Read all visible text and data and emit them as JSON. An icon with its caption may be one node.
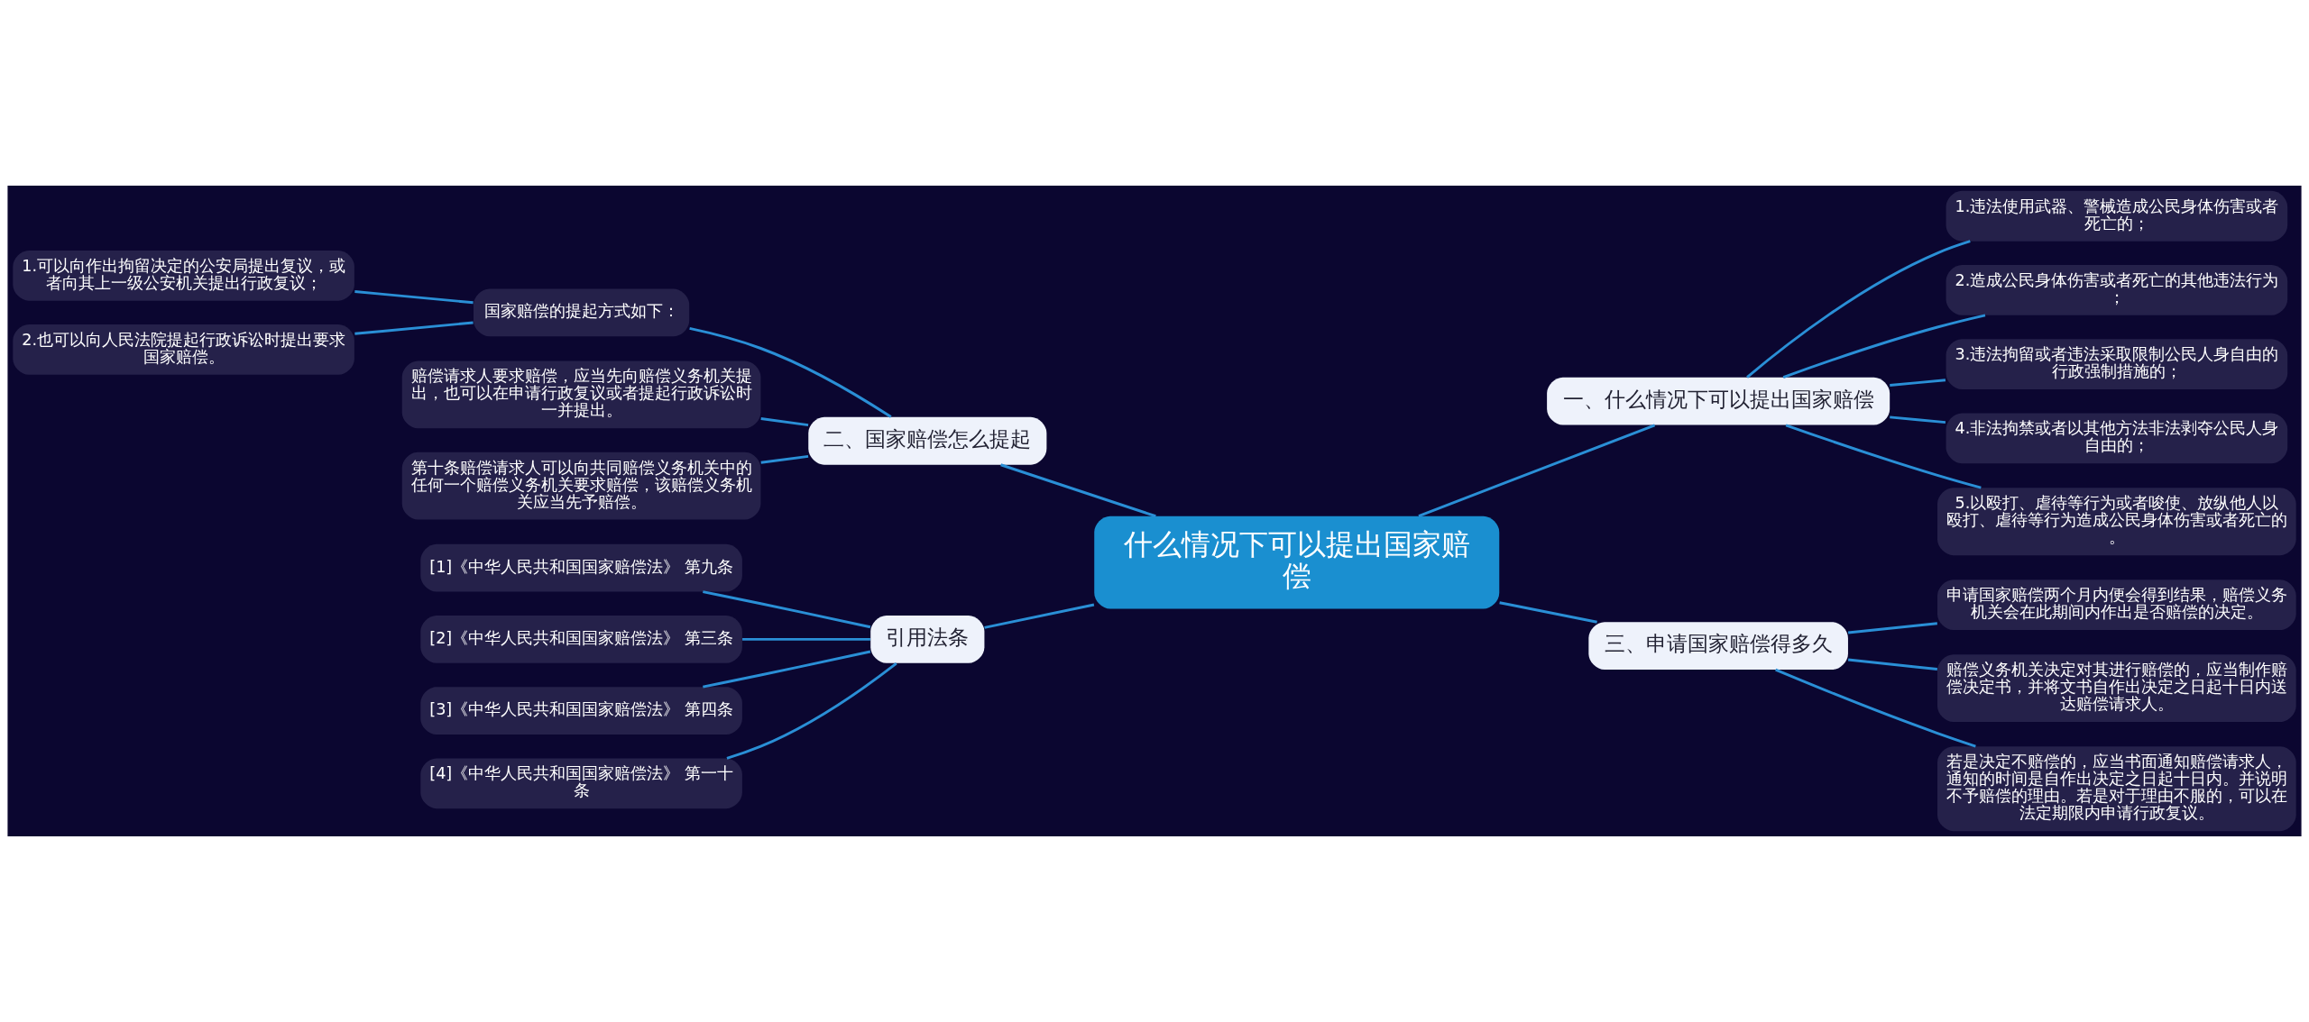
{
  "diagram": {
    "nodes": [
      {
        "text": [
          "什么情况下可以提出国家赔偿"
        ]
      },
      {
        "text": [
          "二、国家赔偿怎么提起"
        ]
      },
      {
        "text": [
          "国家赔偿的提起方式如下："
        ]
      },
      {
        "text": [
          "1.可以向作出拘留决定的公安局提出复议，或者向其上一级公安机关提出行政复议；"
        ]
      },
      {
        "text": [
          "2.也可以向人民法院提起行政诉讼时提出要求国家赔偿。"
        ]
      },
      {
        "text": [
          "赔偿请求人要求赔偿，应当先向赔偿义务机关提出，也可以在申请行政复议或者提起行政诉讼时一并提出。"
        ]
      },
      {
        "text": [
          "第十条赔偿请求人可以向共同赔偿义务机关中的任何一个赔偿义务机关要求赔偿，该赔偿义务机关应当先予赔偿。"
        ]
      },
      {
        "text": [
          "引用法条"
        ]
      },
      {
        "text": [
          "[1]《中华人民共和国国家赔偿法》 第九条"
        ]
      },
      {
        "text": [
          "[2]《中华人民共和国国家赔偿法》 第三条"
        ]
      },
      {
        "text": [
          "[3]《中华人民共和国国家赔偿法》 第四条"
        ]
      },
      {
        "text": [
          "[4]《中华人民共和国国家赔偿法》 第一十条"
        ]
      },
      {
        "text": [
          "一、什么情况下可以提出国家赔偿"
        ]
      },
      {
        "text": [
          "1.违法使用武器、警械造成公民身体伤害或者死亡的；"
        ]
      },
      {
        "text": [
          "2.造成公民身体伤害或者死亡的其他违法行为；"
        ]
      },
      {
        "text": [
          "3.违法拘留或者违法采取限制公民人身自由的行政强制措施的；"
        ]
      },
      {
        "text": [
          "4.非法拘禁或者以其他方法非法剥夺公民人身自由的；"
        ]
      },
      {
        "text": [
          "5.以殴打、虐待等行为或者唆使、放纵他人以殴打、虐待等行为造成公民身体伤害或者死亡的。"
        ]
      },
      {
        "text": [
          "三、申请国家赔偿得多久"
        ]
      },
      {
        "text": [
          "申请国家赔偿两个月内便会得到结果，赔偿义务机关会在此期间内作出是否赔偿的决定。"
        ]
      },
      {
        "text": [
          "赔偿义务机关决定对其进行赔偿的，应当制作赔偿决定书，并将文书自作出决定之日起十日内送达赔偿请求人。"
        ]
      },
      {
        "text": [
          "若是决定不赔偿的，应当书面通知赔偿请求人，通知的时间是自作出决定之日起十日内。并说明不予赔偿的理由。若是对于理由不服的，可以在法定期限内申请行政复议。"
        ]
      }
    ],
    "edges": [
      {
        "from": 0,
        "to": 1,
        "arrow": "none"
      },
      {
        "from": 1,
        "to": 2,
        "arrow": "none"
      },
      {
        "from": 2,
        "to": 3,
        "arrow": "none"
      },
      {
        "from": 2,
        "to": 4,
        "arrow": "none"
      },
      {
        "from": 1,
        "to": 5,
        "arrow": "none"
      },
      {
        "from": 1,
        "to": 6,
        "arrow": "none"
      },
      {
        "from": 0,
        "to": 7,
        "arrow": "none"
      },
      {
        "from": 7,
        "to": 8,
        "arrow": "none"
      },
      {
        "from": 7,
        "to": 9,
        "arrow": "none"
      },
      {
        "from": 7,
        "to": 10,
        "arrow": "none"
      },
      {
        "from": 7,
        "to": 11,
        "arrow": "none"
      },
      {
        "from": 0,
        "to": 12,
        "arrow": "none"
      },
      {
        "from": 12,
        "to": 13,
        "arrow": "none"
      },
      {
        "from": 12,
        "to": 14,
        "arrow": "none"
      },
      {
        "from": 12,
        "to": 15,
        "arrow": "none"
      },
      {
        "from": 12,
        "to": 16,
        "arrow": "none"
      },
      {
        "from": 12,
        "to": 17,
        "arrow": "none"
      },
      {
        "from": 0,
        "to": 18,
        "arrow": "none"
      },
      {
        "from": 18,
        "to": 19,
        "arrow": "none"
      },
      {
        "from": 18,
        "to": 20,
        "arrow": "none"
      },
      {
        "from": 18,
        "to": 21,
        "arrow": "none"
      }
    ]
  }
}
